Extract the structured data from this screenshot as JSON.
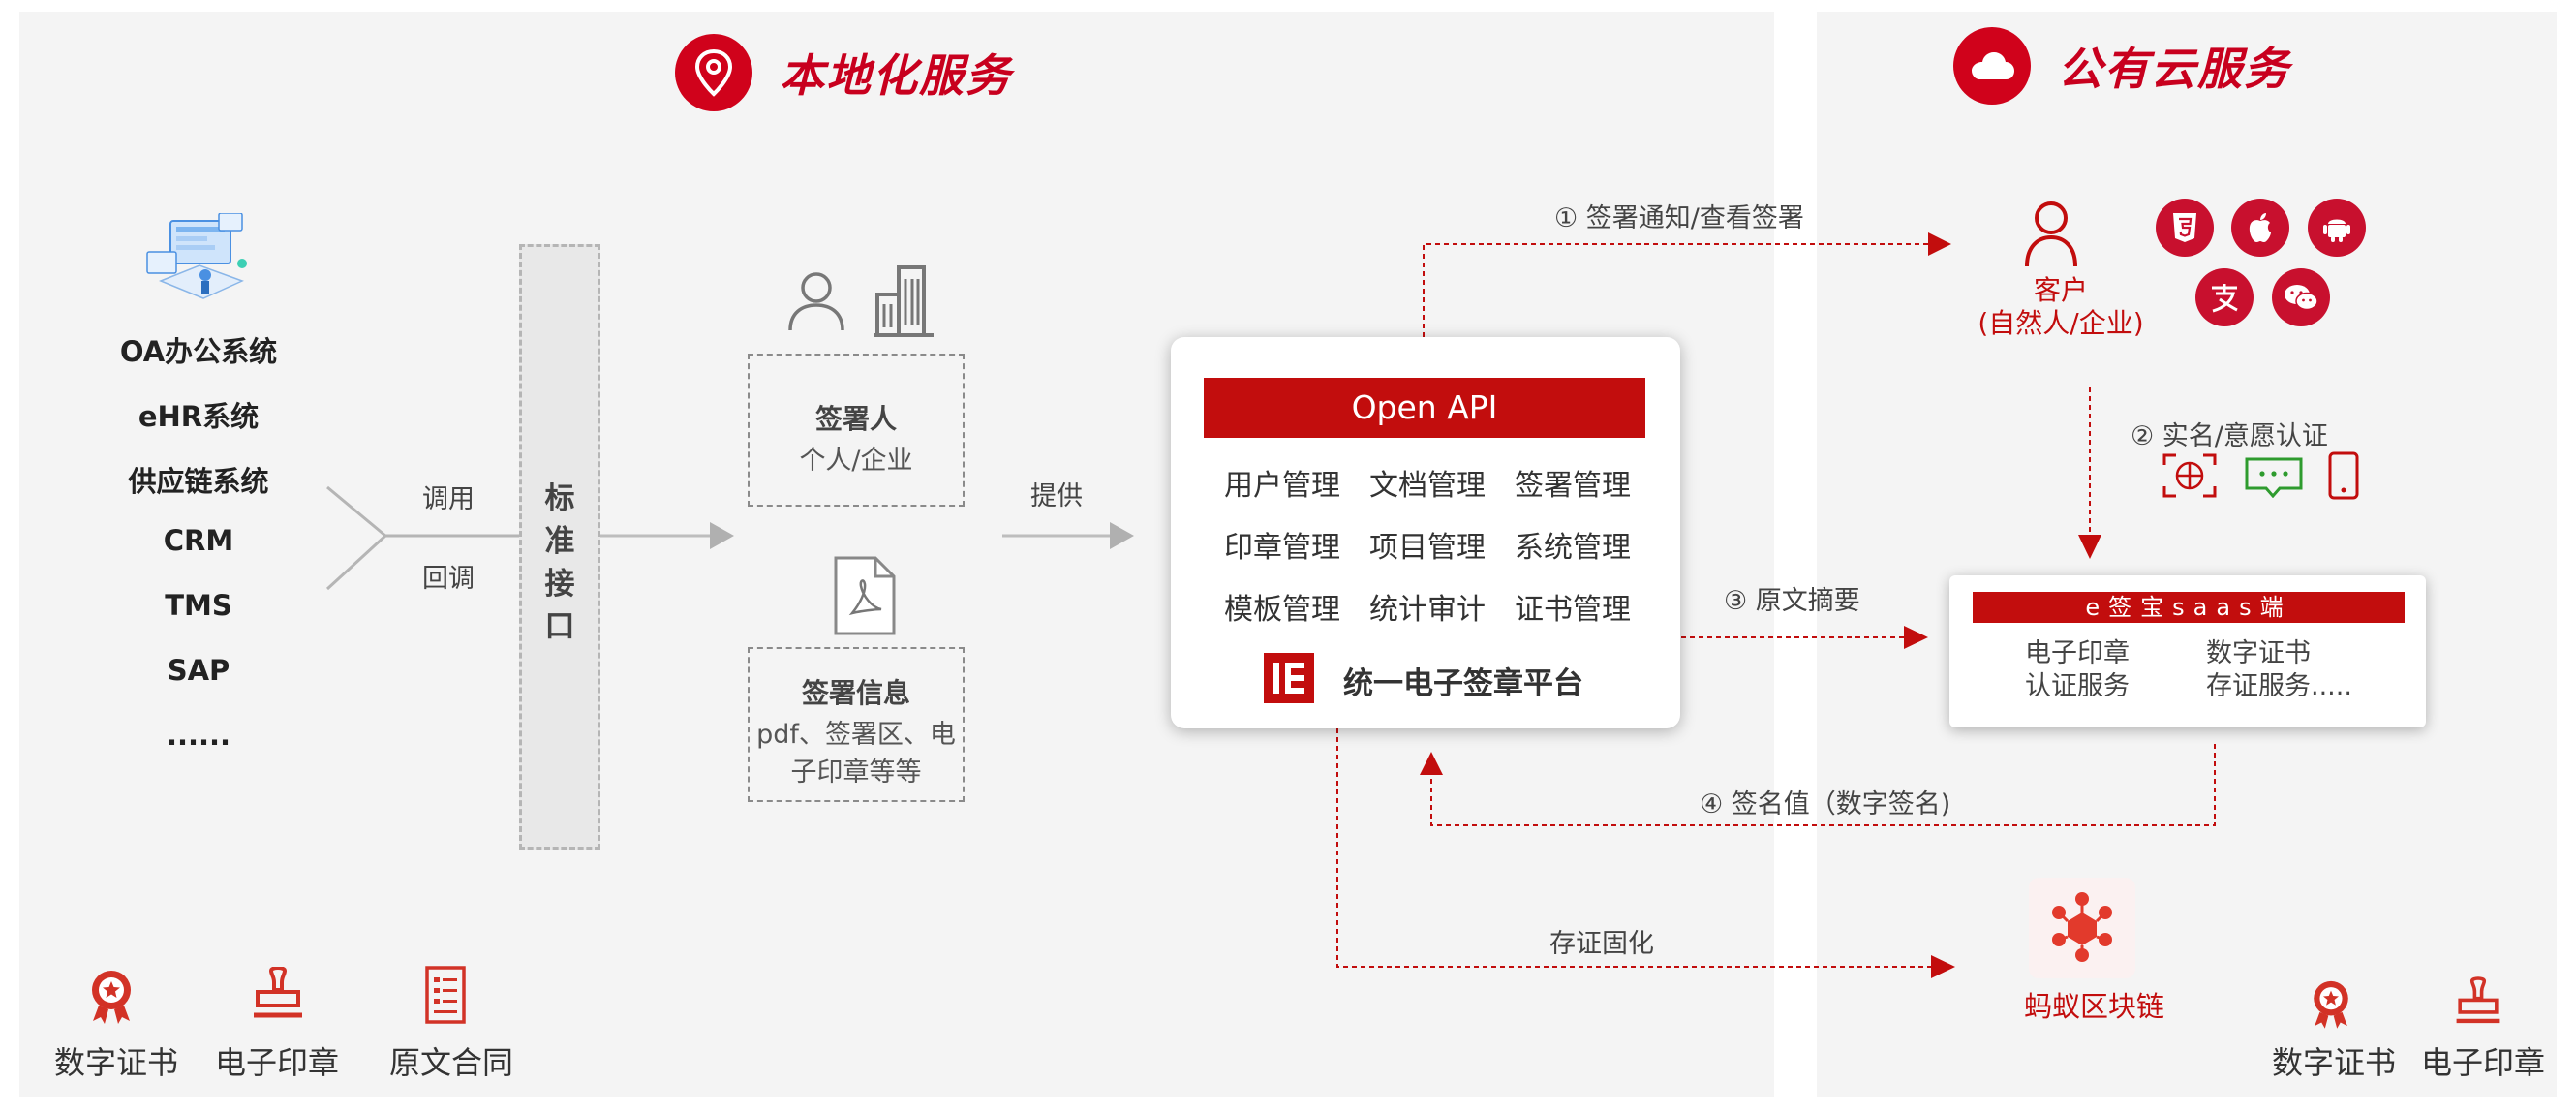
{
  "headers": {
    "local": "本地化服务",
    "cloud": "公有云服务"
  },
  "systems": [
    "OA办公系统",
    "eHR系统",
    "供应链系统",
    "CRM",
    "TMS",
    "SAP",
    "......"
  ],
  "connector": {
    "call": "调用",
    "callback": "回调"
  },
  "standard_interface": "标准接口",
  "signer": {
    "title": "签署人",
    "subtitle": "个人/企业"
  },
  "sign_info": {
    "title": "签署信息",
    "line1": "pdf、签署区、电",
    "line2": "子印章等等"
  },
  "provide_label": "提供",
  "platform": {
    "api_label": "Open API",
    "modules": [
      "用户管理",
      "文档管理",
      "签署管理",
      "印章管理",
      "项目管理",
      "系统管理",
      "模板管理",
      "统计审计",
      "证书管理"
    ],
    "name": "统一电子签章平台"
  },
  "flows": {
    "step1": "① 签署通知/查看签署",
    "step2": "② 实名/意愿认证",
    "step3": "③ 原文摘要",
    "step4": "④ 签名值（数字签名)",
    "evidence": "存证固化"
  },
  "customer": {
    "line1": "客户",
    "line2": "(自然人/企业)"
  },
  "saas": {
    "title": "e签宝saas端",
    "c1a": "电子印章",
    "c1b": "认证服务",
    "c2a": "数字证书",
    "c2b": "存证服务....."
  },
  "blockchain": "蚂蚁区块链",
  "footer_local": [
    "数字证书",
    "电子印章",
    "原文合同"
  ],
  "footer_cloud": [
    "数字证书",
    "电子印章"
  ],
  "colors": {
    "brand_red": "#c20d0d",
    "panel_bg": "#f4f4f4"
  }
}
